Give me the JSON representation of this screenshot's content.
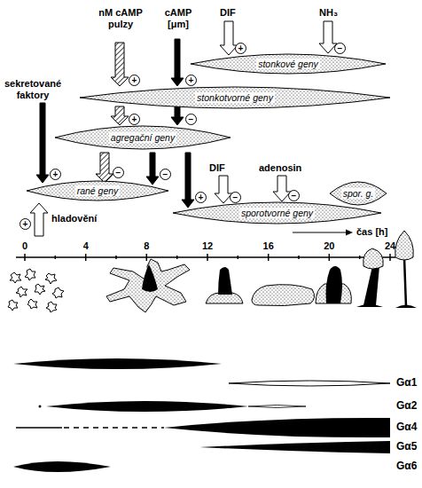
{
  "diagram": {
    "nodes": [
      {
        "text": [
          "stonkové geny"
        ]
      },
      {
        "text": [
          "stonkotvorné geny"
        ]
      },
      {
        "text": [
          "agregační geny"
        ]
      },
      {
        "text": [
          "rané geny"
        ]
      },
      {
        "text": [
          "spor. g."
        ]
      },
      {
        "text": [
          "sporotvorné geny"
        ]
      }
    ],
    "labels": [
      "sekretované faktory",
      "hladovění",
      "nM cAMP pulzy",
      "cAMP [μm]",
      "DIF",
      "NH₃",
      "DIF",
      "adenosin",
      "čas [h]",
      "0",
      "4",
      "8",
      "12",
      "16",
      "20",
      "24",
      "Gα1",
      "Gα2",
      "Gα4",
      "Gα5",
      "Gα6",
      "+",
      "+",
      "+",
      "+",
      "−",
      "+",
      "−",
      "−",
      "+",
      "+",
      "−",
      "−",
      "−"
    ]
  }
}
